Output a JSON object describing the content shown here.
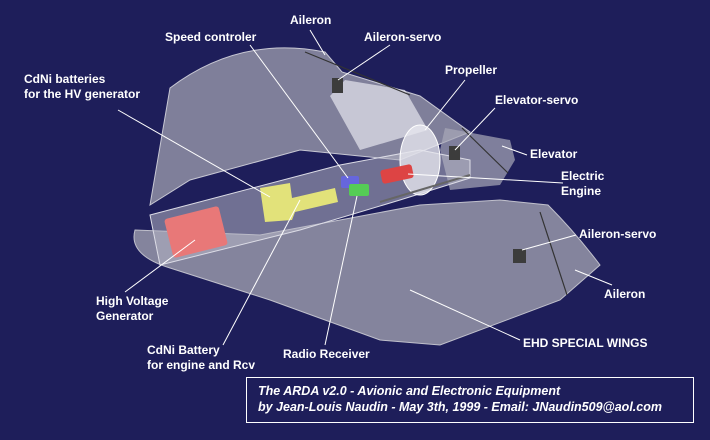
{
  "colors": {
    "background": "#1e1e5a",
    "fuselage": "#9a9aa8",
    "hv_generator": "#e87878",
    "cdni_batteries": "#e2e27a",
    "speed_controller": "#6666dd",
    "radio_receiver": "#55cc55",
    "electric_engine": "#dd4444",
    "servo": "#3c3c3c"
  },
  "labels": {
    "aileron_top": "Aileron",
    "speed_controler": "Speed controler",
    "aileron_servo_top": "Aileron-servo",
    "cdni_hv_line1": "CdNi batteries",
    "cdni_hv_line2": "for the HV generator",
    "propeller": "Propeller",
    "elevator_servo": "Elevator-servo",
    "elevator": "Elevator",
    "electric_engine_line1": "Electric",
    "electric_engine_line2": "Engine",
    "aileron_servo_bottom": "Aileron-servo",
    "aileron_bottom": "Aileron",
    "hv_generator_line1": "High Voltage",
    "hv_generator_line2": "Generator",
    "cdni_battery_line1": "CdNi Battery",
    "cdni_battery_line2": "for engine and Rcv",
    "radio_receiver": "Radio Receiver",
    "ehd_wings": "EHD SPECIAL WINGS"
  },
  "caption": {
    "line1": "The ARDA v2.0 - Avionic and Electronic Equipment",
    "line2": "by Jean-Louis Naudin - May 3th, 1999 - Email: JNaudin509@aol.com"
  }
}
